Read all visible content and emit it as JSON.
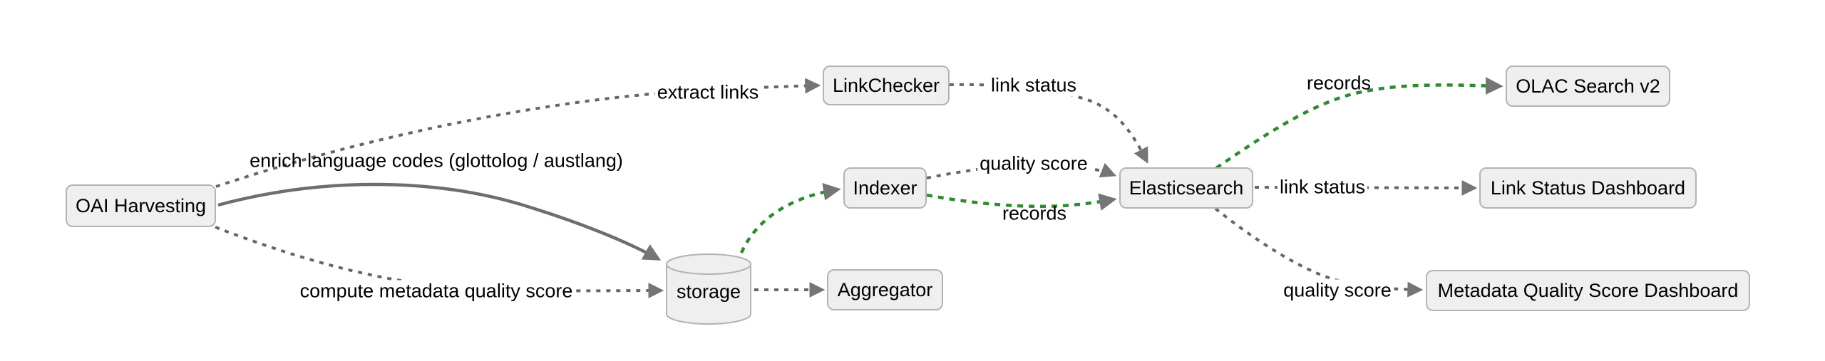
{
  "diagram": {
    "title": "",
    "colors": {
      "background": "#ffffff",
      "node_fill": "#efefef",
      "node_border": "#b3b3b3",
      "edge_gray": "#666666",
      "edge_green": "#2e8b2e",
      "arrowhead": "#757575",
      "text": "#000000"
    },
    "nodes": [
      {
        "id": "oai",
        "label": "OAI Harvesting",
        "shape": "box"
      },
      {
        "id": "linkchecker",
        "label": "LinkChecker",
        "shape": "box"
      },
      {
        "id": "storage",
        "label": "storage",
        "shape": "cylinder"
      },
      {
        "id": "indexer",
        "label": "Indexer",
        "shape": "box"
      },
      {
        "id": "aggregator",
        "label": "Aggregator",
        "shape": "box"
      },
      {
        "id": "elasticsearch",
        "label": "Elasticsearch",
        "shape": "box"
      },
      {
        "id": "olac",
        "label": "OLAC Search v2",
        "shape": "box"
      },
      {
        "id": "lsd",
        "label": "Link Status Dashboard",
        "shape": "box"
      },
      {
        "id": "mqsd",
        "label": "Metadata Quality Score Dashboard",
        "shape": "box"
      }
    ],
    "edges": [
      {
        "from": "OAI Harvesting",
        "to": "LinkChecker",
        "label": "extract links",
        "style": "dotted",
        "color": "gray"
      },
      {
        "from": "OAI Harvesting",
        "to": "storage",
        "label": "enrich language codes (glottolog / austlang)",
        "style": "solid",
        "color": "gray"
      },
      {
        "from": "OAI Harvesting",
        "to": "storage",
        "label": "compute metadata quality score",
        "style": "dotted",
        "color": "gray"
      },
      {
        "from": "LinkChecker",
        "to": "Elasticsearch",
        "label": "link status",
        "style": "dotted",
        "color": "gray"
      },
      {
        "from": "storage",
        "to": "Indexer",
        "label": "",
        "style": "dotted",
        "color": "green"
      },
      {
        "from": "storage",
        "to": "Aggregator",
        "label": "",
        "style": "dotted",
        "color": "gray"
      },
      {
        "from": "Indexer",
        "to": "Elasticsearch",
        "label": "quality score",
        "style": "dotted",
        "color": "gray"
      },
      {
        "from": "Indexer",
        "to": "Elasticsearch",
        "label": "records",
        "style": "dotted",
        "color": "green"
      },
      {
        "from": "Elasticsearch",
        "to": "OLAC Search v2",
        "label": "records",
        "style": "dotted",
        "color": "green"
      },
      {
        "from": "Elasticsearch",
        "to": "Link Status Dashboard",
        "label": "link status",
        "style": "dotted",
        "color": "gray"
      },
      {
        "from": "Elasticsearch",
        "to": "Metadata Quality Score Dashboard",
        "label": "quality score",
        "style": "dotted",
        "color": "gray"
      }
    ]
  }
}
